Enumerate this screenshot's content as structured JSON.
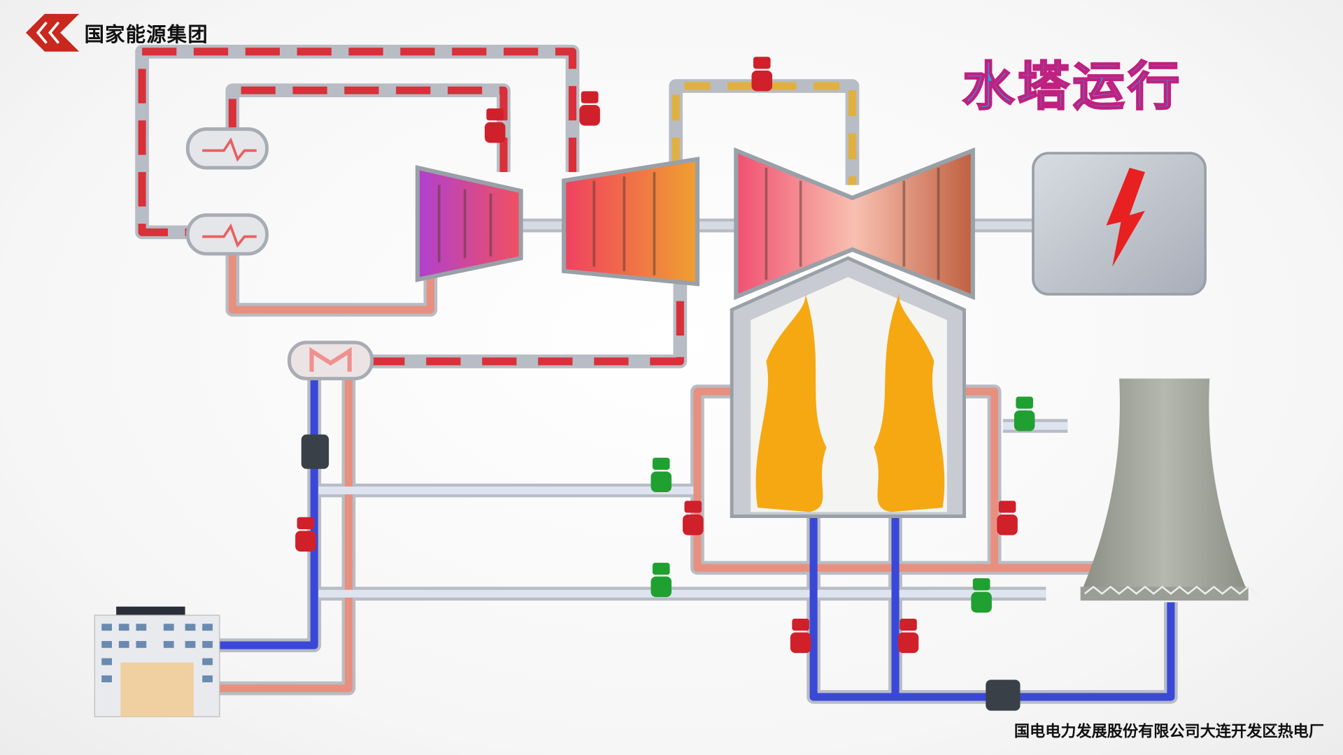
{
  "logo": {
    "text": "国家能源集团"
  },
  "title": "水塔运行",
  "footer": "国电电力发展股份有限公司大连开发区热电厂",
  "colors": {
    "hot": "#d9303a",
    "warm": "#e89080",
    "steam": "#e0b040",
    "cold": "#3a48d8",
    "pipe": "#c8ccd2",
    "valve_red": "#d0202a",
    "valve_green": "#20a030",
    "title": "#18a8e8"
  }
}
